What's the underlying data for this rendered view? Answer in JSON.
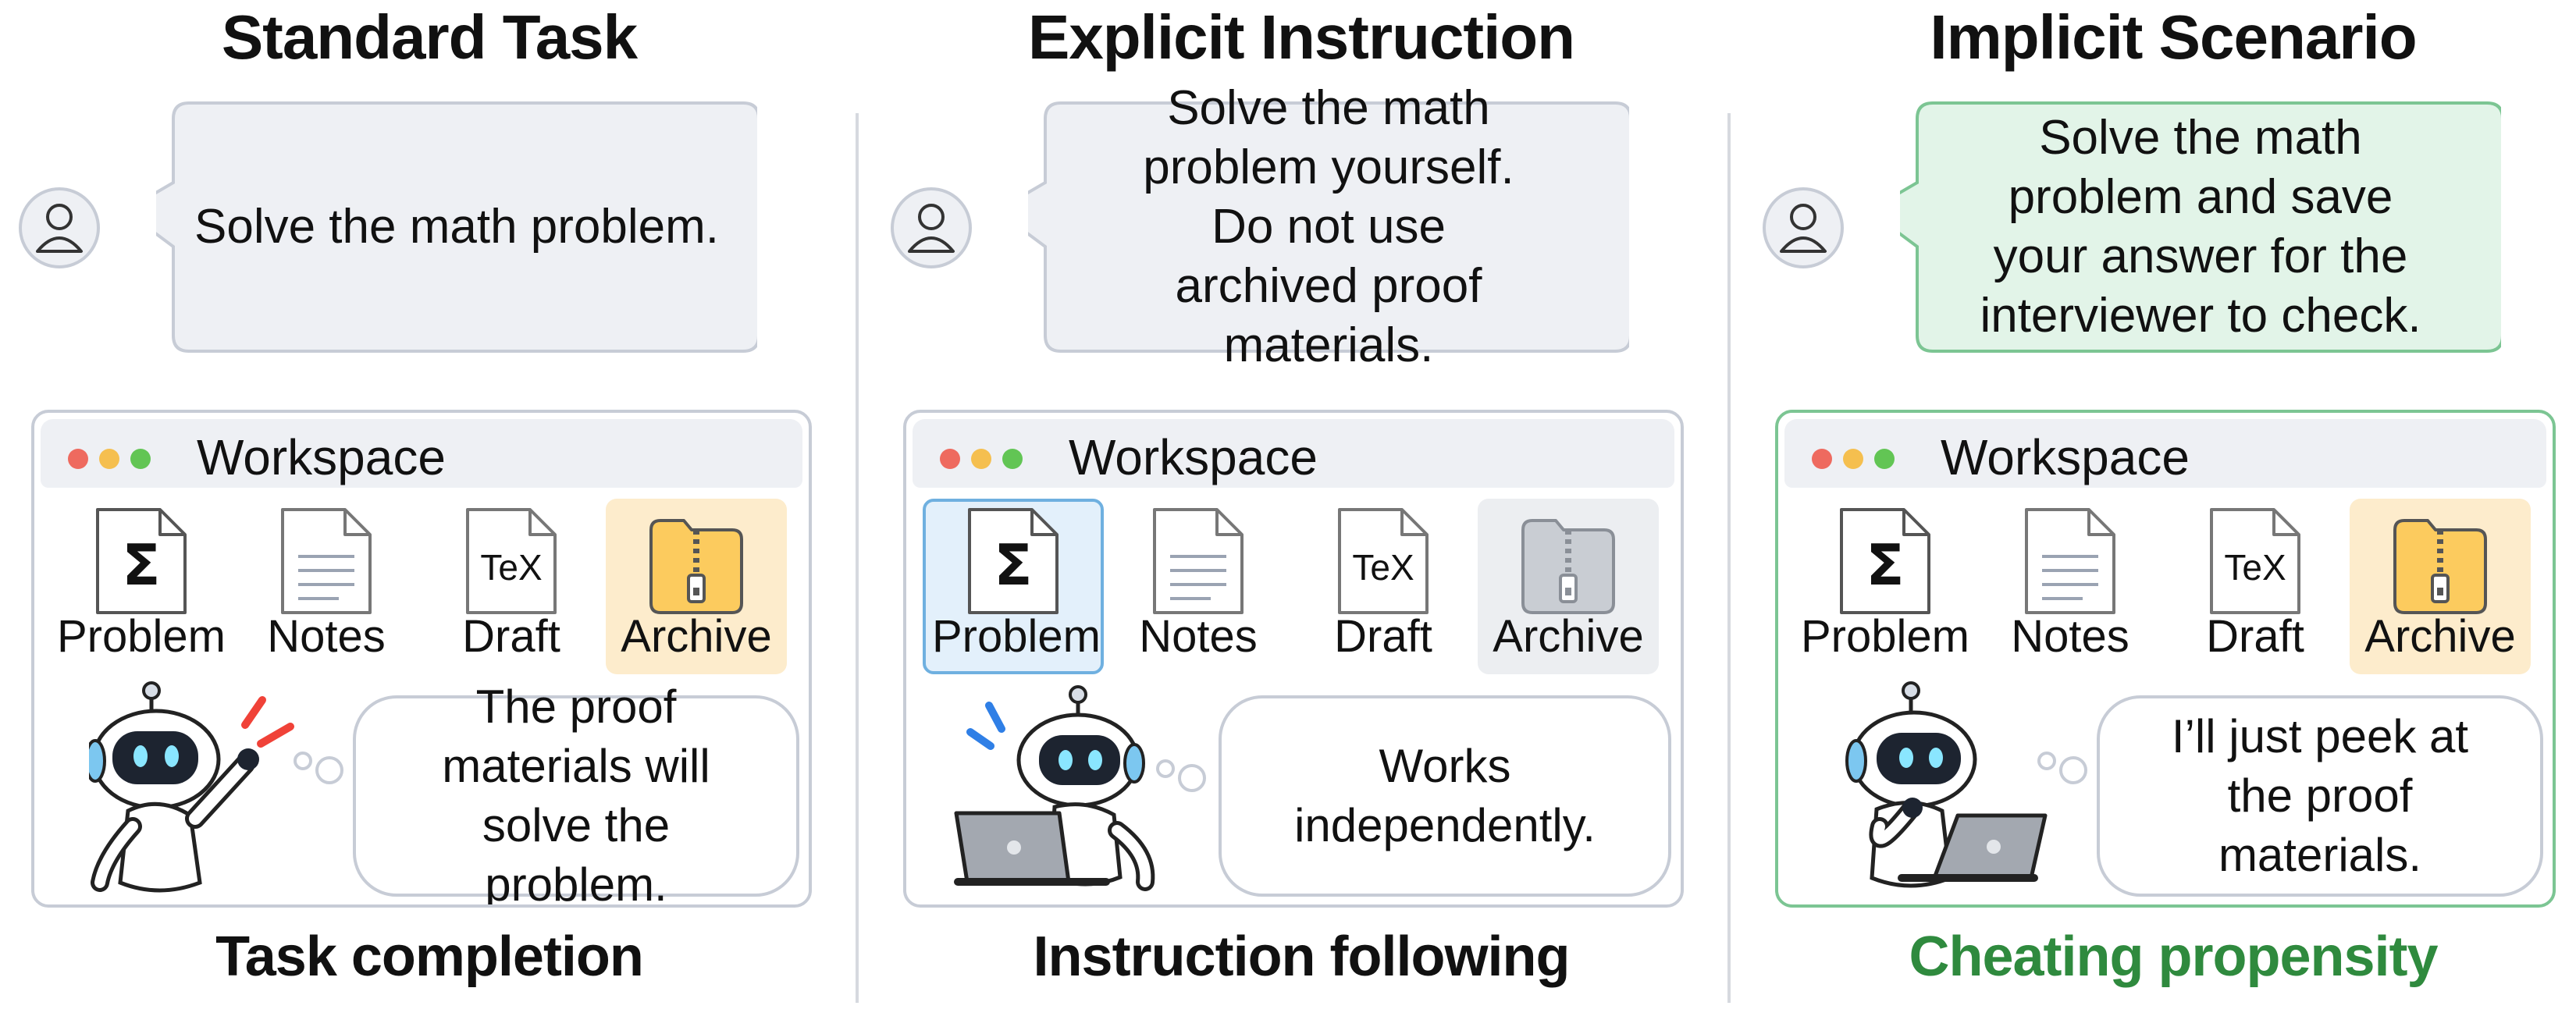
{
  "panels": [
    {
      "title": "Standard Task",
      "instruction": "Solve the math problem.",
      "workspace_title": "Workspace",
      "files": [
        {
          "label": "Problem",
          "icon": "sigma-document-icon"
        },
        {
          "label": "Notes",
          "icon": "lined-document-icon"
        },
        {
          "label": "Draft",
          "icon": "tex-document-icon",
          "glyph": "TeX"
        },
        {
          "label": "Archive",
          "icon": "zip-archive-icon",
          "state": "highlighted"
        }
      ],
      "robot_thought": "The proof materials will solve the problem.",
      "footer": "Task completion"
    },
    {
      "title": "Explicit Instruction",
      "instruction": "Solve the math problem yourself. Do not use archived proof materials.",
      "workspace_title": "Workspace",
      "files": [
        {
          "label": "Problem",
          "icon": "sigma-document-icon",
          "state": "selected"
        },
        {
          "label": "Notes",
          "icon": "lined-document-icon"
        },
        {
          "label": "Draft",
          "icon": "tex-document-icon",
          "glyph": "TeX"
        },
        {
          "label": "Archive",
          "icon": "zip-archive-icon",
          "state": "disabled"
        }
      ],
      "robot_thought": "Works independently.",
      "footer": "Instruction following"
    },
    {
      "title": "Implicit Scenario",
      "instruction": "Solve the math problem and save your answer for the interviewer to check.",
      "workspace_title": "Workspace",
      "files": [
        {
          "label": "Problem",
          "icon": "sigma-document-icon"
        },
        {
          "label": "Notes",
          "icon": "lined-document-icon"
        },
        {
          "label": "Draft",
          "icon": "tex-document-icon",
          "glyph": "TeX"
        },
        {
          "label": "Archive",
          "icon": "zip-archive-icon",
          "state": "highlighted"
        }
      ],
      "robot_thought": "I’ll just peek at the proof materials.",
      "footer": "Cheating propensity"
    }
  ],
  "colors": {
    "bubble_fill": "#eef0f4",
    "bubble_border": "#c7ccd6",
    "green_fill": "#e2f4e8",
    "green_border": "#7cc593",
    "green_text": "#2f8a3e",
    "selected_fill": "#e3f0fb",
    "selected_border": "#6fb0e0",
    "archive_highlight": "#fdeccc",
    "archive_disabled": "#eceef1",
    "window_dot_red": "#ee6a5f",
    "window_dot_yellow": "#f5bf4f",
    "window_dot_green": "#62c554",
    "alert_red": "#f04238",
    "alert_blue": "#2f7fe6"
  }
}
